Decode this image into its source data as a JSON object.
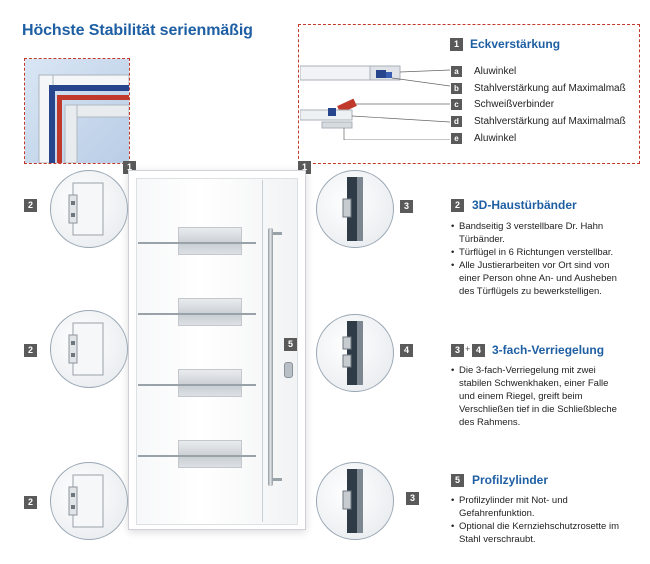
{
  "title": "Höchste Stabilität serienmäßig",
  "eckverstaerkung": {
    "number": "1",
    "heading": "Eckverstärkung",
    "items": [
      {
        "letter": "a",
        "label": "Aluwinkel"
      },
      {
        "letter": "b",
        "label": "Stahlverstärkung auf Maximalmaß"
      },
      {
        "letter": "c",
        "label": "Schweißverbinder"
      },
      {
        "letter": "d",
        "label": "Stahlverstärkung auf Maximalmaß"
      },
      {
        "letter": "e",
        "label": "Aluwinkel"
      }
    ]
  },
  "door_badges": {
    "top_left": "1",
    "top_right": "1",
    "handle": "5"
  },
  "hinge_badges": [
    "2",
    "2",
    "2"
  ],
  "lock_badges": [
    "3",
    "4",
    "3"
  ],
  "sections": {
    "hinges": {
      "number": "2",
      "heading": "3D-Haustürbänder",
      "bullets": [
        "Bandseitig 3 verstellbare Dr. Hahn Türbänder.",
        "Türflügel in 6 Richtungen verstellbar.",
        "Alle Justierarbeiten vor Ort sind von einer Person ohne An- und Ausheben des Türflügels zu bewerkstelligen."
      ]
    },
    "locking": {
      "number_a": "3",
      "plus": "+",
      "number_b": "4",
      "heading": "3-fach-Verriegelung",
      "bullets": [
        "Die 3-fach-Verriegelung mit zwei stabilen Schwenkhaken, einer Falle und einem Riegel, greift beim Verschließen tief in die Schließbleche des Rahmens."
      ]
    },
    "cylinder": {
      "number": "5",
      "heading": "Profilzylinder",
      "bullets": [
        "Profilzylinder mit Not- und Gefahrenfunktion.",
        "Optional die Kernziehschutzrosette im Stahl verschraubt."
      ]
    }
  },
  "colors": {
    "accent_blue": "#1e5fa3",
    "badge_gray": "#5a5a5a",
    "dashed_red": "#c0392b"
  }
}
